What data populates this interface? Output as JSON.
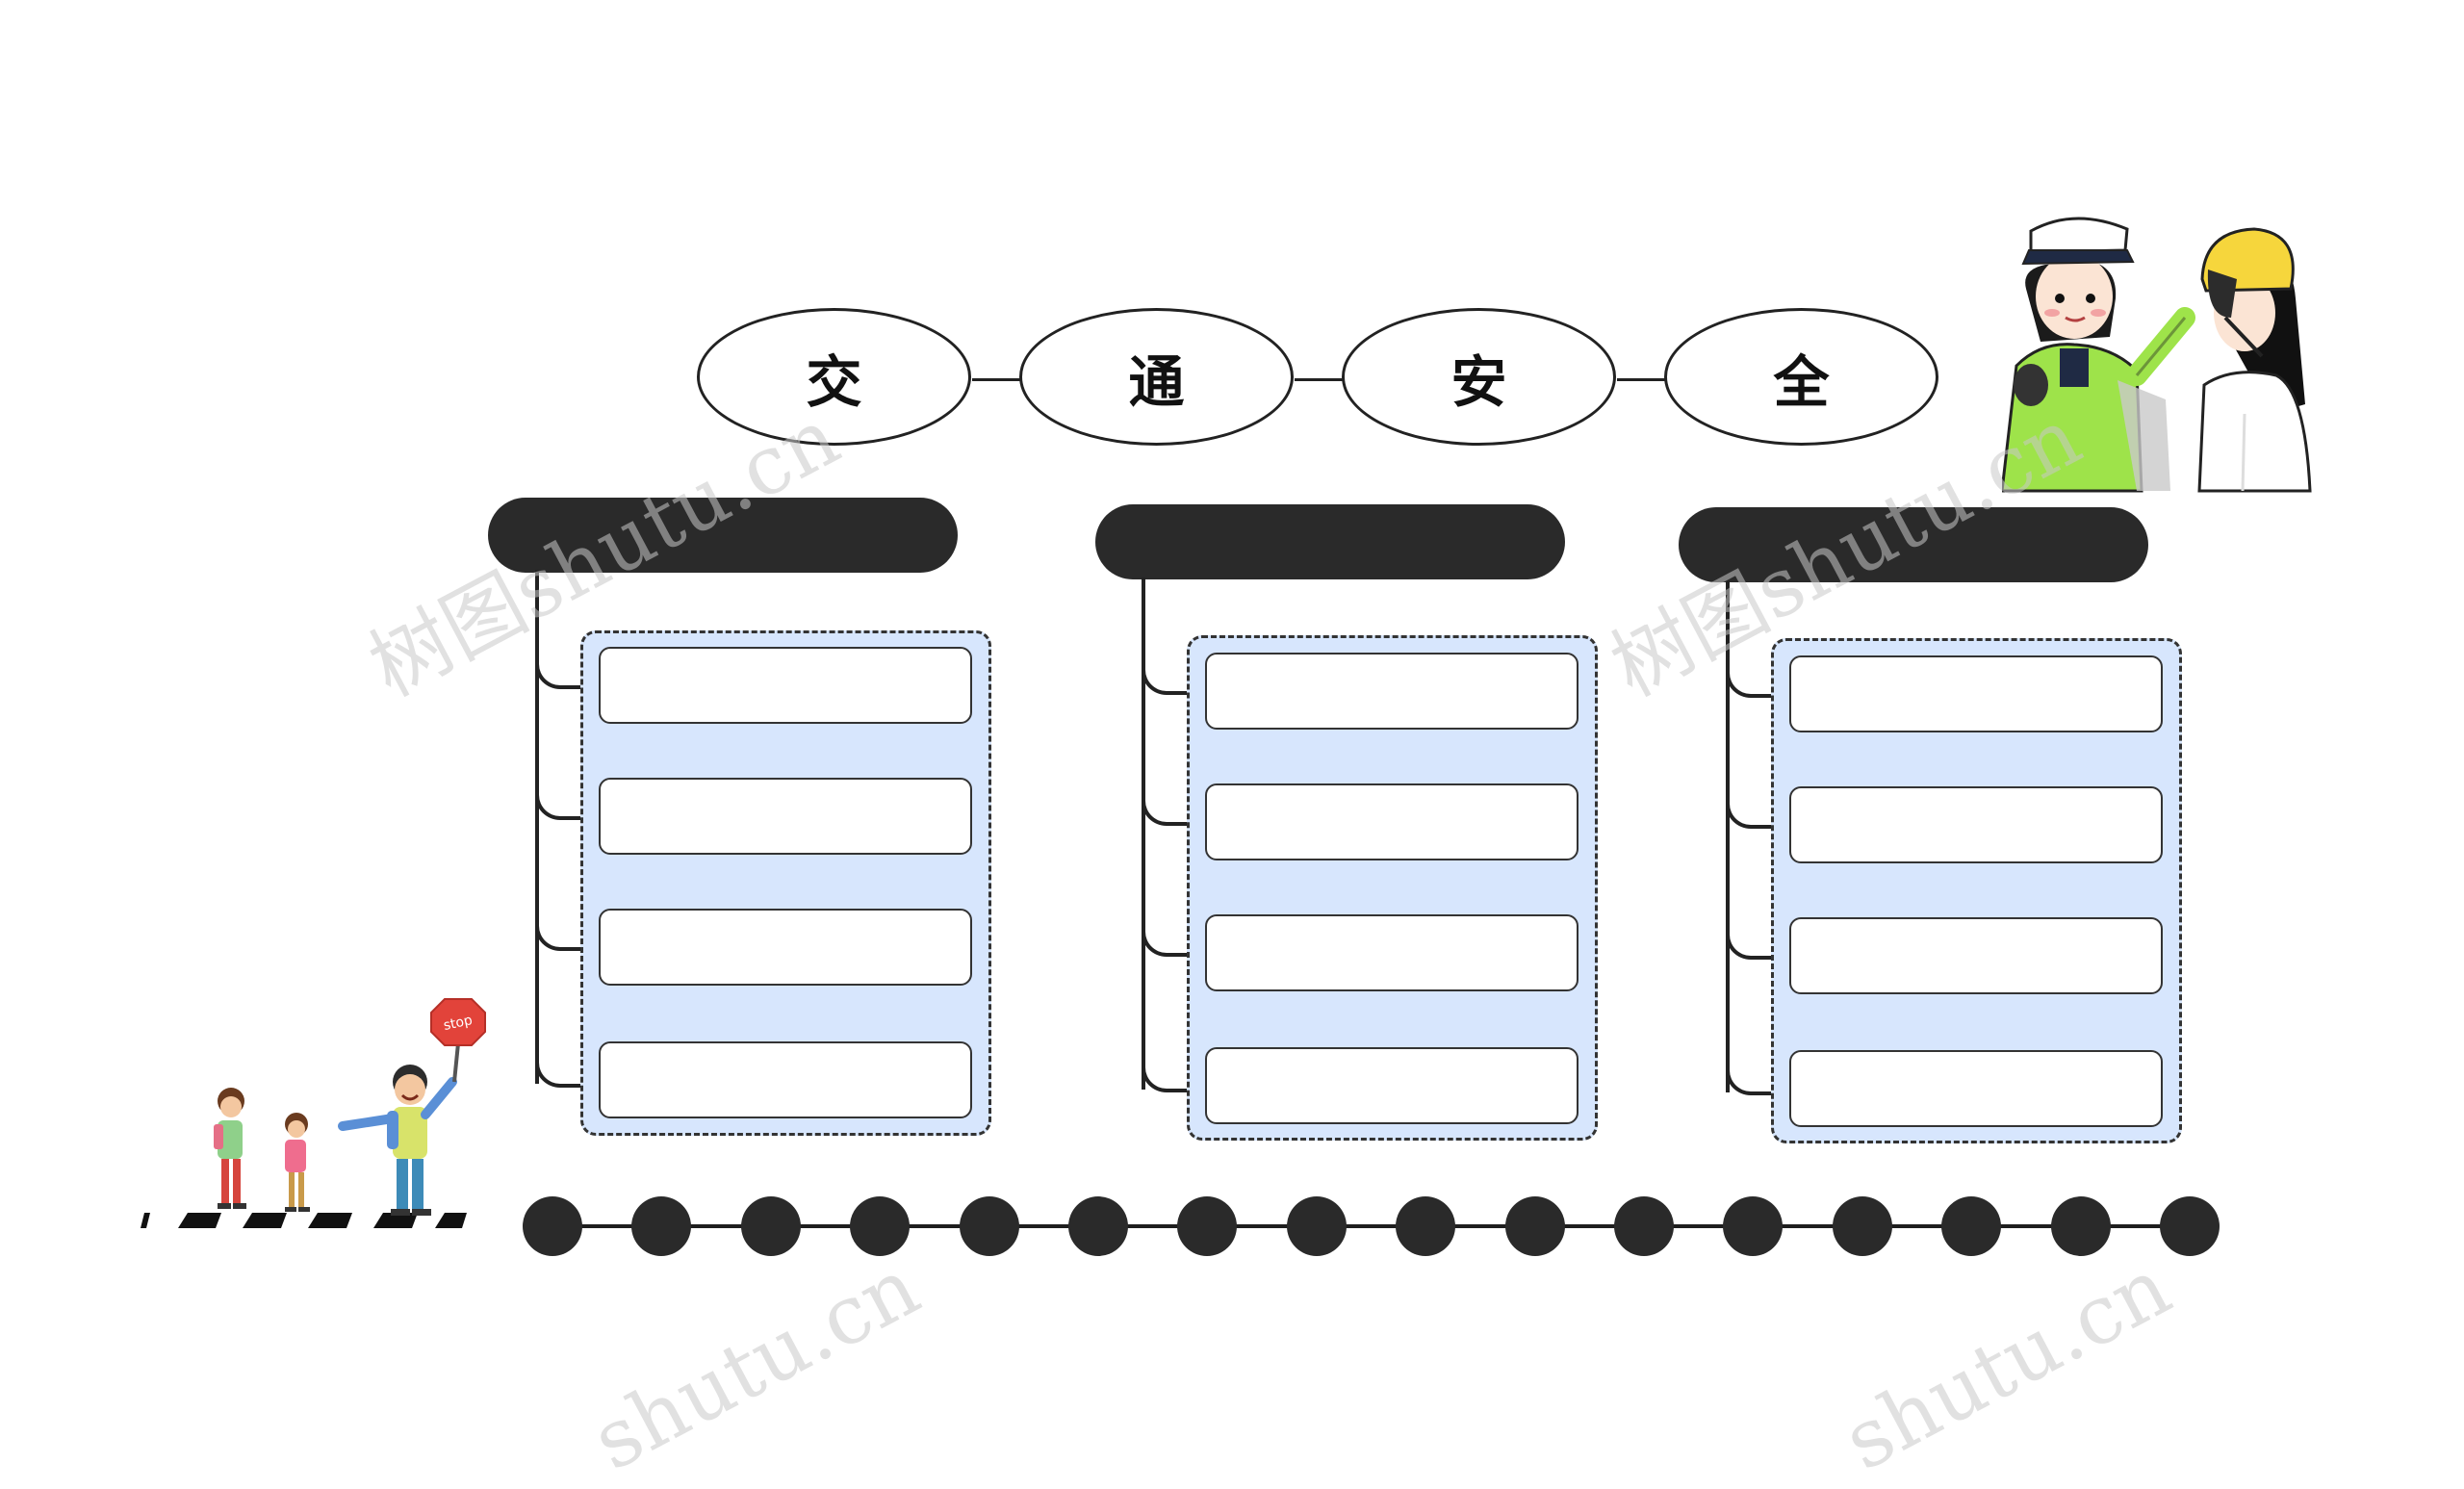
{
  "title_chars": [
    "交",
    "通",
    "安",
    "全"
  ],
  "watermark": {
    "texts": [
      "树图shutu.cn",
      "树图shutu.cn",
      "shutu.cn",
      "shutu.cn"
    ]
  },
  "illustrations": {
    "police_scene": "traffic-police-helmet-illustration",
    "crosswalk_scene": "children-crossing-street-illustration",
    "stop_sign_text": "stop"
  },
  "colors": {
    "bar": "#2a2a2a",
    "group_fill": "#d7e6fd",
    "police_vest": "#9ee34a",
    "helmet": "#f6d63c"
  }
}
